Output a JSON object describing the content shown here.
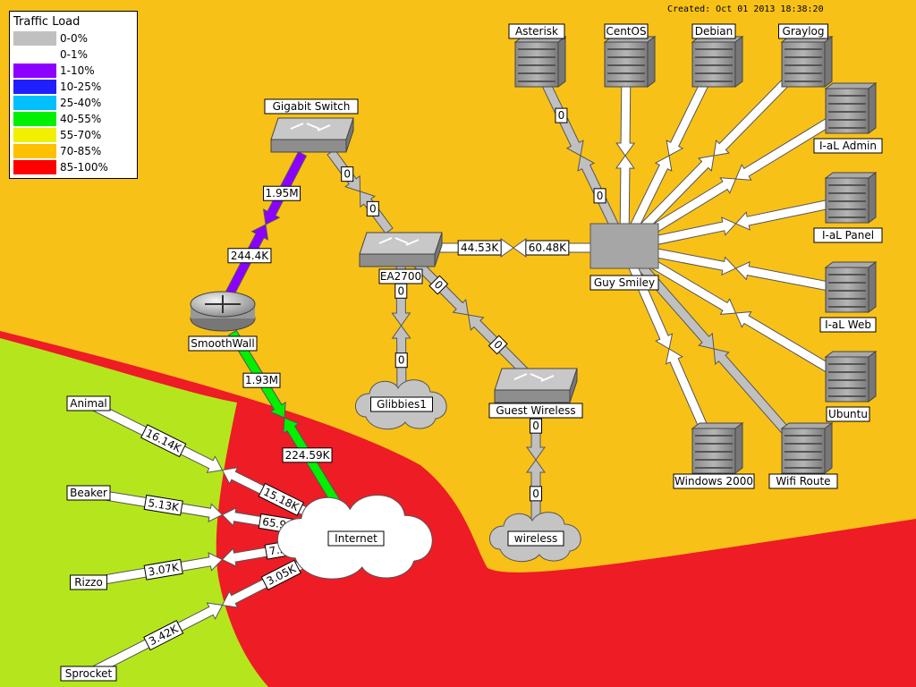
{
  "legend": {
    "title": "Traffic Load",
    "items": [
      {
        "label": "0-0%",
        "color": "#c0c0c0"
      },
      {
        "label": "0-1%",
        "color": "#ffffff"
      },
      {
        "label": "1-10%",
        "color": "#8c00ff"
      },
      {
        "label": "10-25%",
        "color": "#2020ff"
      },
      {
        "label": "25-40%",
        "color": "#00c0ff"
      },
      {
        "label": "40-55%",
        "color": "#00f000"
      },
      {
        "label": "55-70%",
        "color": "#f0f000"
      },
      {
        "label": "70-85%",
        "color": "#ffc000"
      },
      {
        "label": "85-100%",
        "color": "#ff0000"
      }
    ]
  },
  "created": "Created: Oct 01 2013 18:38:20",
  "colors": {
    "background": "#f8c118",
    "red_zone": "#ee1c25",
    "green_zone": "#b5e61d"
  },
  "nodes": {
    "asterisk": {
      "label": "Asterisk",
      "icon": "server-icon"
    },
    "centos": {
      "label": "CentOS",
      "icon": "server-icon"
    },
    "debian": {
      "label": "Debian",
      "icon": "server-icon"
    },
    "graylog": {
      "label": "Graylog",
      "icon": "server-icon"
    },
    "ial_admin": {
      "label": "I-aL Admin",
      "icon": "server-icon"
    },
    "ial_panel": {
      "label": "I-aL Panel",
      "icon": "server-icon"
    },
    "ial_web": {
      "label": "I-aL Web",
      "icon": "server-icon"
    },
    "ubuntu": {
      "label": "Ubuntu",
      "icon": "server-icon"
    },
    "wifi_route": {
      "label": "Wifi Route",
      "icon": "server-icon"
    },
    "windows2000": {
      "label": "Windows 2000",
      "icon": "server-icon"
    },
    "guy_smiley": {
      "label": "Guy Smiley",
      "icon": "box-icon"
    },
    "gigabit_switch": {
      "label": "Gigabit Switch",
      "icon": "switch-icon"
    },
    "ea2700": {
      "label": "EA2700",
      "icon": "switch-icon"
    },
    "guest_wireless": {
      "label": "Guest Wireless",
      "icon": "switch-icon"
    },
    "smoothwall": {
      "label": "SmoothWall",
      "icon": "router-icon"
    },
    "glibbies1": {
      "label": "Glibbies1",
      "icon": "cloud-icon"
    },
    "wireless": {
      "label": "wireless",
      "icon": "cloud-icon"
    },
    "internet": {
      "label": "Internet",
      "icon": "cloud-icon"
    },
    "animal": {
      "label": "Animal"
    },
    "beaker": {
      "label": "Beaker"
    },
    "rizzo": {
      "label": "Rizzo"
    },
    "sprocket": {
      "label": "Sprocket"
    }
  },
  "links": [
    {
      "from": "asterisk",
      "to": "guy_smiley",
      "color": "#c0c0c0",
      "out": "0",
      "in": "0"
    },
    {
      "from": "centos",
      "to": "guy_smiley",
      "color": "#ffffff"
    },
    {
      "from": "debian",
      "to": "guy_smiley",
      "color": "#ffffff"
    },
    {
      "from": "graylog",
      "to": "guy_smiley",
      "color": "#ffffff"
    },
    {
      "from": "ial_admin",
      "to": "guy_smiley",
      "color": "#ffffff"
    },
    {
      "from": "ial_panel",
      "to": "guy_smiley",
      "color": "#ffffff"
    },
    {
      "from": "ial_web",
      "to": "guy_smiley",
      "color": "#ffffff"
    },
    {
      "from": "ubuntu",
      "to": "guy_smiley",
      "color": "#ffffff"
    },
    {
      "from": "wifi_route",
      "to": "guy_smiley",
      "color": "#c0c0c0"
    },
    {
      "from": "windows2000",
      "to": "guy_smiley",
      "color": "#ffffff"
    },
    {
      "from": "guy_smiley",
      "to": "ea2700",
      "color": "#ffffff",
      "out": "60.48K",
      "in": "44.53K"
    },
    {
      "from": "gigabit_switch",
      "to": "ea2700",
      "color": "#c0c0c0",
      "out": "0",
      "in": "0"
    },
    {
      "from": "ea2700",
      "to": "glibbies1",
      "color": "#c0c0c0",
      "out": "0",
      "in": "0"
    },
    {
      "from": "ea2700",
      "to": "guest_wireless",
      "color": "#c0c0c0",
      "out": "0",
      "in": "0"
    },
    {
      "from": "guest_wireless",
      "to": "wireless",
      "color": "#c0c0c0",
      "out": "0",
      "in": "0"
    },
    {
      "from": "gigabit_switch",
      "to": "smoothwall",
      "color": "#8c00ff",
      "out": "1.95M",
      "in": "244.4K"
    },
    {
      "from": "smoothwall",
      "to": "internet",
      "color": "#00f000",
      "out": "1.93M",
      "in": "224.59K"
    },
    {
      "from": "animal",
      "to": "internet",
      "color": "#ffffff",
      "out": "16.14K",
      "in": "15.18K"
    },
    {
      "from": "beaker",
      "to": "internet",
      "color": "#ffffff",
      "out": "5.13K",
      "in": "65.91K"
    },
    {
      "from": "rizzo",
      "to": "internet",
      "color": "#ffffff",
      "out": "3.07K",
      "in": "7.2K"
    },
    {
      "from": "sprocket",
      "to": "internet",
      "color": "#ffffff",
      "out": "3.42K",
      "in": "3.05K"
    }
  ]
}
